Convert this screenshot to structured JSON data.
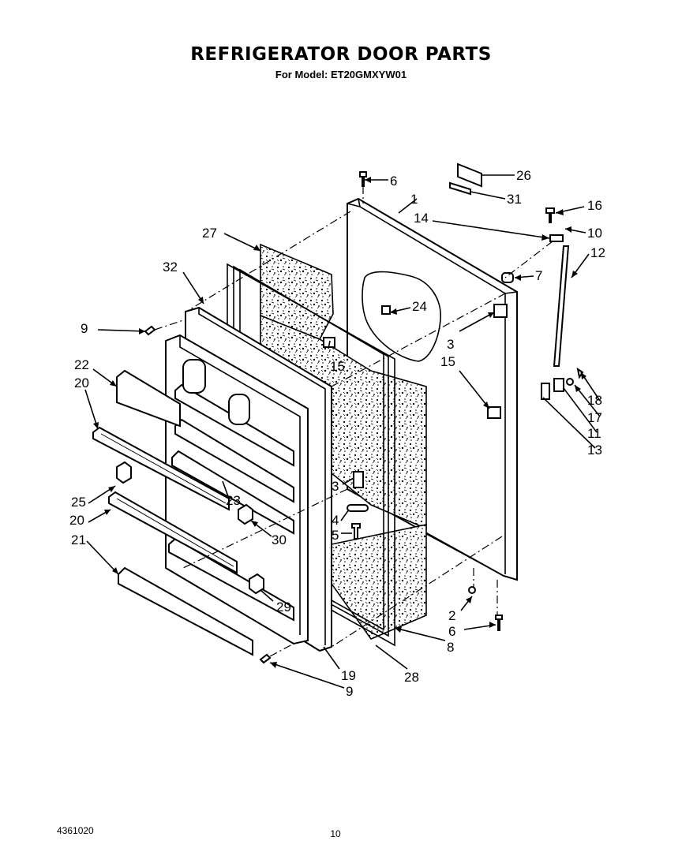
{
  "title": "REFRIGERATOR DOOR PARTS",
  "subtitle": "For Model: ET20GMXYW01",
  "footer": {
    "doc_number": "4361020",
    "page_number": "10"
  },
  "part_labels": [
    "26",
    "6",
    "31",
    "1",
    "16",
    "14",
    "10",
    "27",
    "12",
    "7",
    "32",
    "24",
    "9",
    "3",
    "22",
    "15",
    "20",
    "15",
    "18",
    "17",
    "11",
    "13",
    "3",
    "23",
    "25",
    "20",
    "4",
    "30",
    "21",
    "5",
    "29",
    "2",
    "6",
    "8",
    "19",
    "28",
    "9"
  ]
}
